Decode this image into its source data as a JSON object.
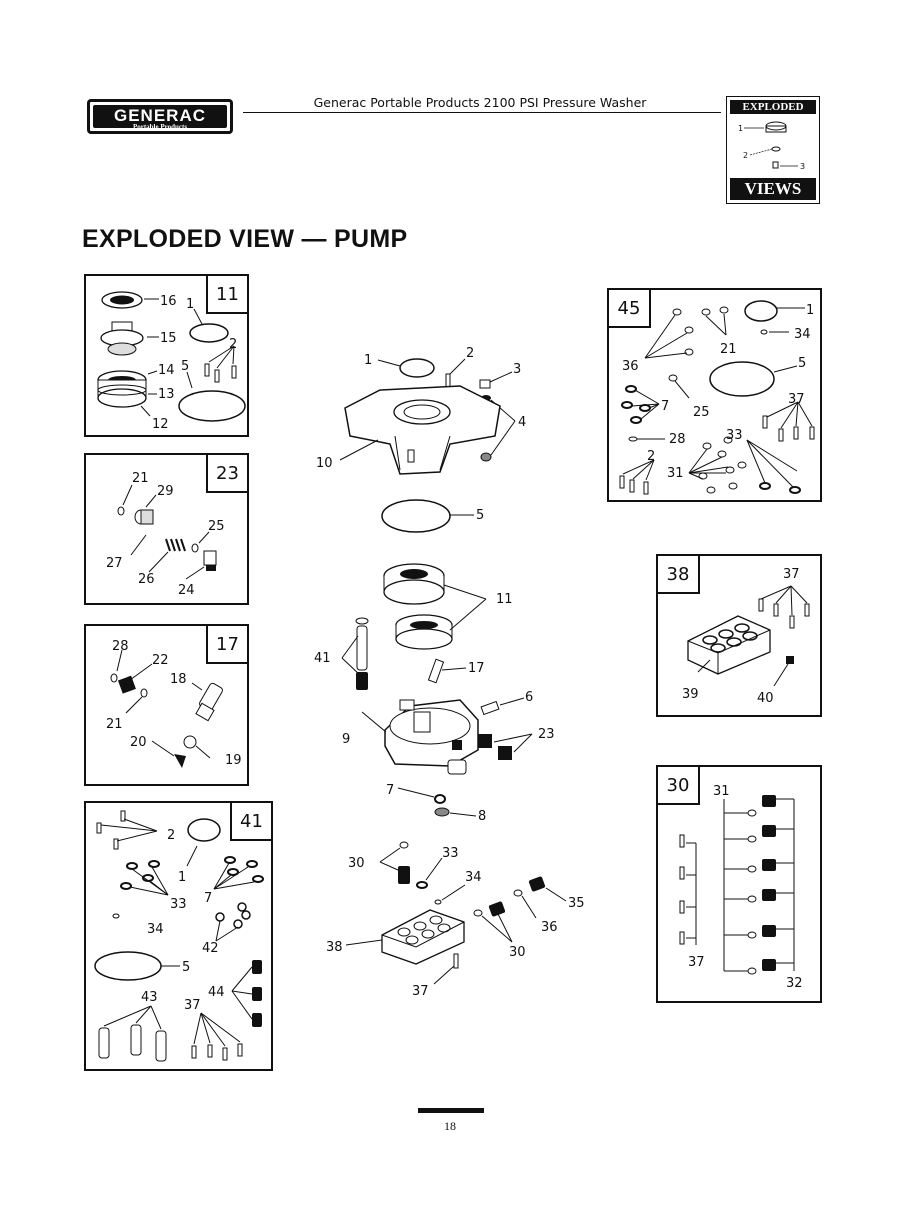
{
  "header": {
    "logo_word": "GENERAC",
    "logo_sub": "Portable Products",
    "title": "Generac Portable Products 2100 PSI Pressure Washer",
    "badge_top": "EXPLODED",
    "badge_bottom": "VIEWS",
    "badge_callouts": [
      "1",
      "2",
      "3"
    ]
  },
  "page_title": "EXPLODED VIEW — PUMP",
  "insets": {
    "i11": {
      "tag": "11",
      "callouts": [
        "16",
        "1",
        "15",
        "5",
        "2",
        "14",
        "13",
        "12"
      ]
    },
    "i23": {
      "tag": "23",
      "callouts": [
        "21",
        "29",
        "25",
        "27",
        "26",
        "24"
      ]
    },
    "i17": {
      "tag": "17",
      "callouts": [
        "28",
        "22",
        "18",
        "21",
        "20",
        "19"
      ]
    },
    "i41": {
      "tag": "41",
      "callouts": [
        "2",
        "1",
        "33",
        "7",
        "34",
        "42",
        "5",
        "43",
        "44",
        "37"
      ]
    },
    "i45": {
      "tag": "45",
      "callouts": [
        "1",
        "34",
        "21",
        "36",
        "5",
        "7",
        "25",
        "37",
        "28",
        "33",
        "2",
        "31"
      ]
    },
    "i38": {
      "tag": "38",
      "callouts": [
        "37",
        "39",
        "40"
      ]
    },
    "i30": {
      "tag": "30",
      "callouts": [
        "31",
        "37",
        "32"
      ]
    }
  },
  "main_callouts": [
    "1",
    "2",
    "3",
    "4",
    "10",
    "5",
    "11",
    "41",
    "17",
    "6",
    "23",
    "9",
    "7",
    "8",
    "30",
    "33",
    "34",
    "35",
    "36",
    "30",
    "38",
    "37"
  ],
  "footer": {
    "page_number": "18"
  }
}
